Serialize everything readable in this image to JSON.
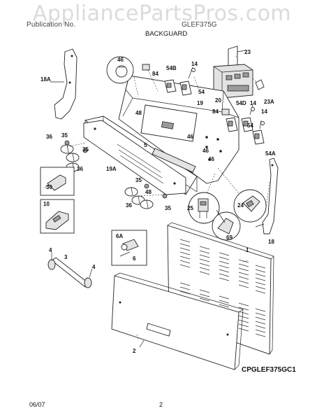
{
  "watermark": "AppliancePartsPros.com",
  "header": {
    "title": "Publication No.",
    "model": "GLEF375G",
    "section": "BACKGUARD"
  },
  "footer": {
    "date": "06/07",
    "page": "2"
  },
  "diagram_code": "CPGLEF375GC1",
  "callouts": [
    "23",
    "18A",
    "46",
    "84",
    "54B",
    "14",
    "54",
    "20",
    "23A",
    "19",
    "84",
    "54D",
    "14",
    "14",
    "48",
    "46",
    "54",
    "54A",
    "36",
    "35",
    "5",
    "46",
    "46",
    "36",
    "35",
    "19A",
    "48",
    "30",
    "35",
    "36",
    "25",
    "24",
    "10",
    "18",
    "35",
    "69",
    "6A",
    "1",
    "6",
    "4",
    "3",
    "4",
    "2"
  ]
}
